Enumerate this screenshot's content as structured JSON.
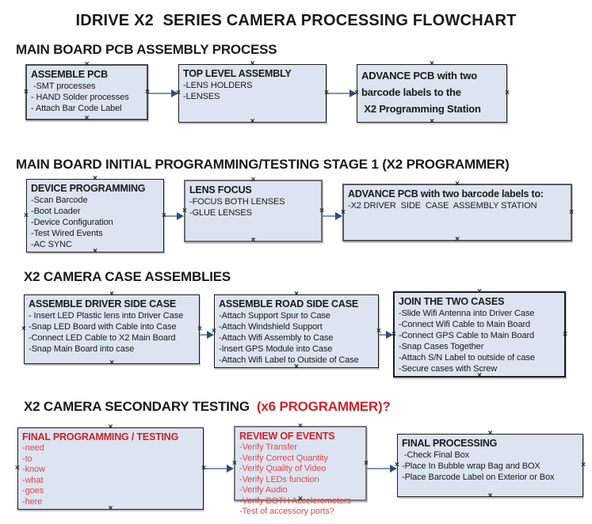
{
  "title": "IDRIVE X2  SERIES CAMERA PROCESSING FLOWCHART",
  "colors": {
    "box_fill": "#dbe4f0",
    "arrow_line": "#7d96b1",
    "arrow_head": "#2d4e78",
    "red_heading": "#cc2329",
    "red_item": "#e0494e"
  },
  "icons": {
    "anchor_glyph": "×"
  },
  "sections": [
    {
      "id": "pcb-assembly-process",
      "heading": "MAIN BOARD PCB ASSEMBLY PROCESS",
      "heading_suffix": "",
      "boxes": [
        {
          "id": "assemble-pcb",
          "title": "ASSEMBLE PCB",
          "items": [
            " -SMT processes",
            "- HAND Solder processes",
            "- Attach Bar Code Label"
          ]
        },
        {
          "id": "top-level-assembly",
          "title": "TOP LEVEL ASSEMBLY",
          "items": [
            "-LENS HOLDERS",
            "-LENSES"
          ]
        },
        {
          "id": "advance-pcb-to-programming-station",
          "title": "ADVANCE PCB with two\nbarcode labels to the\n X2 Programming Station",
          "items": []
        }
      ]
    },
    {
      "id": "initial-programming-stage-1",
      "heading": "MAIN BOARD INITIAL PROGRAMMING/TESTING STAGE 1 (X2 PROGRAMMER)",
      "heading_suffix": "",
      "boxes": [
        {
          "id": "device-programming",
          "title": "DEVICE PROGRAMMING",
          "items": [
            "-Scan Barcode",
            "-Boot Loader",
            "-Device Configuration",
            "-Test Wired Events",
            "-AC SYNC"
          ]
        },
        {
          "id": "lens-focus",
          "title": "LENS FOCUS",
          "items": [
            "-FOCUS BOTH LENSES",
            "-GLUE LENSES"
          ]
        },
        {
          "id": "advance-pcb-to-case-assembly",
          "title": "ADVANCE PCB with two barcode labels to:",
          "items": [
            "-X2 DRIVER  SIDE  CASE  ASSEMBLY STATION"
          ]
        }
      ]
    },
    {
      "id": "camera-case-assemblies",
      "heading": "X2 CAMERA CASE ASSEMBLIES",
      "heading_suffix": "",
      "boxes": [
        {
          "id": "assemble-driver-side-case",
          "title": "ASSEMBLE DRIVER SIDE CASE",
          "items": [
            "- Insert LED Plastic lens into Driver Case",
            "-Snap LED Board with Cable into Case",
            "-Connect LED Cable to X2 Main Board",
            "-Snap Main Board into case"
          ]
        },
        {
          "id": "assemble-road-side-case",
          "title": "ASSEMBLE ROAD SIDE CASE",
          "items": [
            "-Attach Support Spur to Case",
            "-Attach Windshield Support",
            "-Attach Wifi Assembly to Case",
            "-Insert GPS Module into Case",
            "-Attach Wifi Label to Outside of Case"
          ]
        },
        {
          "id": "join-the-two-cases",
          "title": "JOIN THE TWO CASES",
          "items": [
            "-Slide Wifi Antenna into Driver Case",
            "-Connect Wifi Cable to Main Board",
            "-Connect GPS Cable to Main Board",
            "-Snap Cases Together",
            "-Attach S/N Label to outside of case",
            "-Secure cases with Screw"
          ]
        }
      ]
    },
    {
      "id": "secondary-testing",
      "heading": "X2 CAMERA SECONDARY TESTING ",
      "heading_suffix": " (x6 PROGRAMMER)?",
      "boxes": [
        {
          "id": "final-programming-testing",
          "red": true,
          "title": "FINAL PROGRAMMING / TESTING",
          "items": [
            "-need",
            "-to",
            "-know",
            "-what",
            "-goes",
            "-here"
          ]
        },
        {
          "id": "review-of-events",
          "red": true,
          "title": "REVIEW OF EVENTS",
          "items": [
            "-Verify Transfer",
            "-Verify Correct Quantity",
            "-Verify Quality of Video",
            "-Verify LEDs function",
            "-Verify Audio",
            "-Verify BOTH Accelerometers",
            "-Test of accessory ports?"
          ]
        },
        {
          "id": "final-processing",
          "title": "FINAL PROCESSING",
          "items": [
            " -Check Final Box",
            "-Place In Bubble wrap Bag and BOX",
            "-Place Barcode Label on Exterior or Box"
          ]
        }
      ]
    }
  ]
}
